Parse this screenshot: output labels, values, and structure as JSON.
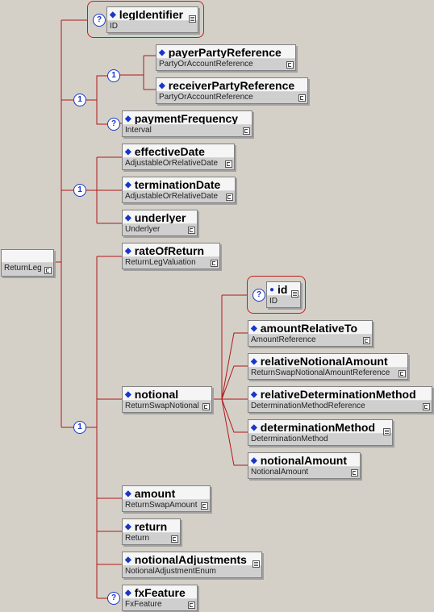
{
  "root": {
    "name": "ReturnLeg"
  },
  "seq_badge": "1",
  "opt_badge": "?",
  "nodes": [
    {
      "id": "legIdentifier",
      "name": "legIdentifier",
      "type": "ID"
    },
    {
      "id": "payerPartyReference",
      "name": "payerPartyReference",
      "type": "PartyOrAccountReference"
    },
    {
      "id": "receiverPartyReference",
      "name": "receiverPartyReference",
      "type": "PartyOrAccountReference"
    },
    {
      "id": "paymentFrequency",
      "name": "paymentFrequency",
      "type": "Interval"
    },
    {
      "id": "effectiveDate",
      "name": "effectiveDate",
      "type": "AdjustableOrRelativeDate"
    },
    {
      "id": "terminationDate",
      "name": "terminationDate",
      "type": "AdjustableOrRelativeDate"
    },
    {
      "id": "underlyer",
      "name": "underlyer",
      "type": "Underlyer"
    },
    {
      "id": "rateOfReturn",
      "name": "rateOfReturn",
      "type": "ReturnLegValuation"
    },
    {
      "id": "notional",
      "name": "notional",
      "type": "ReturnSwapNotional"
    },
    {
      "id": "amount",
      "name": "amount",
      "type": "ReturnSwapAmount"
    },
    {
      "id": "return",
      "name": "return",
      "type": "Return"
    },
    {
      "id": "notionalAdjustments",
      "name": "notionalAdjustments",
      "type": "NotionalAdjustmentEnum"
    },
    {
      "id": "fxFeature",
      "name": "fxFeature",
      "type": "FxFeature"
    },
    {
      "id": "id",
      "name": "id",
      "type": "ID"
    },
    {
      "id": "amountRelativeTo",
      "name": "amountRelativeTo",
      "type": "AmountReference"
    },
    {
      "id": "relativeNotionalAmount",
      "name": "relativeNotionalAmount",
      "type": "ReturnSwapNotionalAmountReference"
    },
    {
      "id": "relativeDeterminationMethod",
      "name": "relativeDeterminationMethod",
      "type": "DeterminationMethodReference"
    },
    {
      "id": "determinationMethod",
      "name": "determinationMethod",
      "type": "DeterminationMethod"
    },
    {
      "id": "notionalAmount",
      "name": "notionalAmount",
      "type": "NotionalAmount"
    }
  ]
}
